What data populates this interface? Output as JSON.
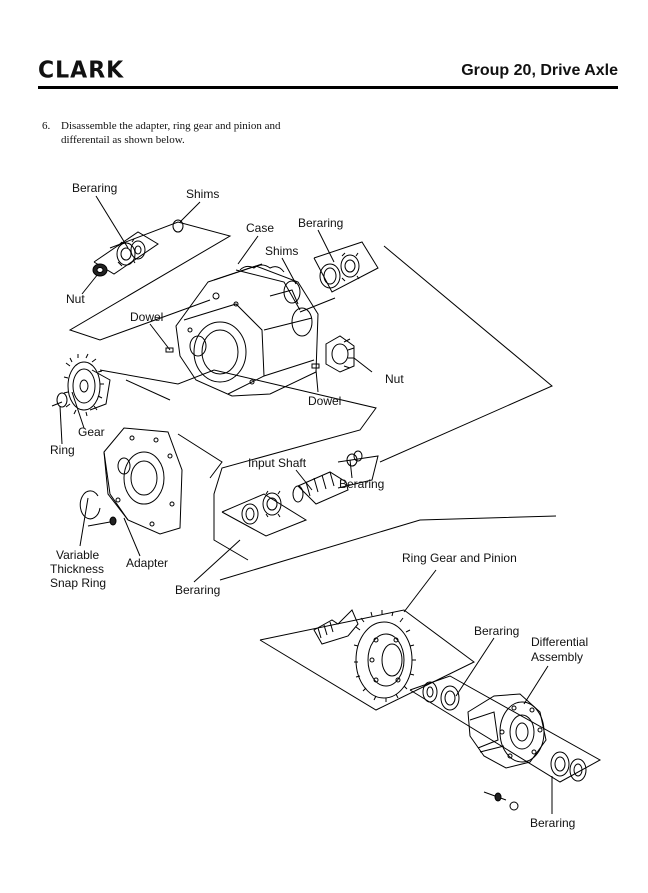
{
  "header": {
    "logo": "CLARK",
    "title": "Group 20, Drive Axle"
  },
  "step": {
    "number": "6.",
    "text": "Disassemble the adapter, ring gear and pinion and differentail as shown below."
  },
  "labels": {
    "bearing_top_left": "Beraring",
    "shims_top": "Shims",
    "case": "Case",
    "bearing_top_right": "Beraring",
    "shims_mid": "Shims",
    "nut_left": "Nut",
    "dowel_top": "Dowel",
    "nut_right": "Nut",
    "dowel_mid": "Dowel",
    "gear": "Gear",
    "ring": "Ring",
    "input_shaft": "Input Shaft",
    "bearing_input": "Beraring",
    "variable_line1": "Variable",
    "variable_line2": "Thickness",
    "variable_line3": "Snap Ring",
    "adapter": "Adapter",
    "bearing_adapter": "Beraring",
    "ring_gear_pinion": "Ring Gear and Pinion",
    "bearing_diff": "Beraring",
    "differential_line1": "Differential",
    "differential_line2": "Assembly",
    "bearing_bottom": "Beraring"
  },
  "icons": [
    "clark-logo",
    "exploded-drive-axle-diagram"
  ]
}
